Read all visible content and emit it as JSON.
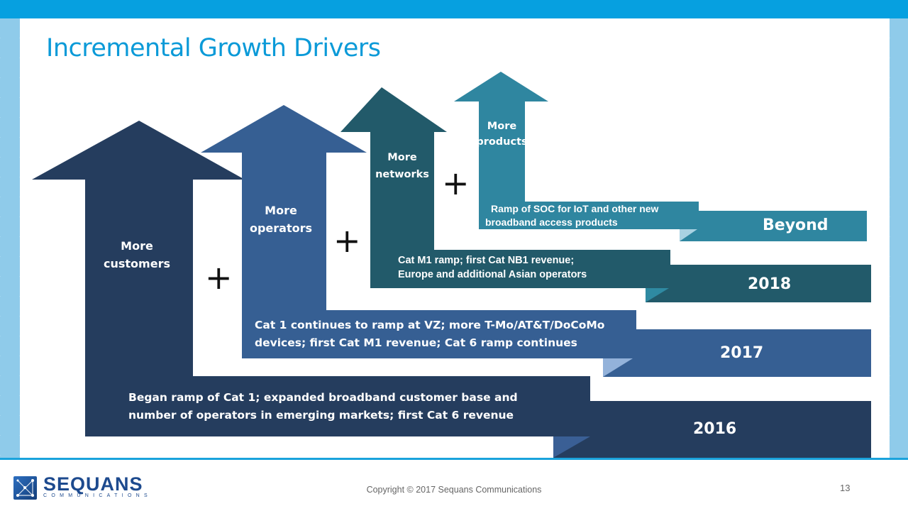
{
  "title": "Incremental Growth Drivers",
  "arrows": [
    {
      "label_line1": "More",
      "label_line2": "customers",
      "description_line1": "Began ramp of Cat 1; expanded broadband customer base and",
      "description_line2": "number of operators in emerging markets; first Cat 6 revenue",
      "year": "2016",
      "color": "#253d5e"
    },
    {
      "label_line1": "More",
      "label_line2": "operators",
      "description_line1": "Cat 1 continues to ramp at VZ; more T-Mo/AT&T/DoCoMo",
      "description_line2": "devices; first Cat M1  revenue; Cat 6 ramp continues",
      "year": "2017",
      "color": "#365f93"
    },
    {
      "label_line1": "More",
      "label_line2": "networks",
      "description_line1": "Cat M1 ramp; first Cat NB1 revenue;",
      "description_line2": "Europe and additional Asian operators",
      "year": "2018",
      "color": "#225a6a"
    },
    {
      "label_line1": "More",
      "label_line2": "products",
      "description_line1": "Ramp of SOC for IoT and other new",
      "description_line2": "broadband access products",
      "year": "Beyond",
      "color": "#2f86a0"
    }
  ],
  "plus_sign": "+",
  "footer": {
    "logo_name": "SEQUANS",
    "logo_sub": "COMMUNICATIONS",
    "copyright": "Copyright © 2017 Sequans Communications",
    "page_number": "13"
  }
}
